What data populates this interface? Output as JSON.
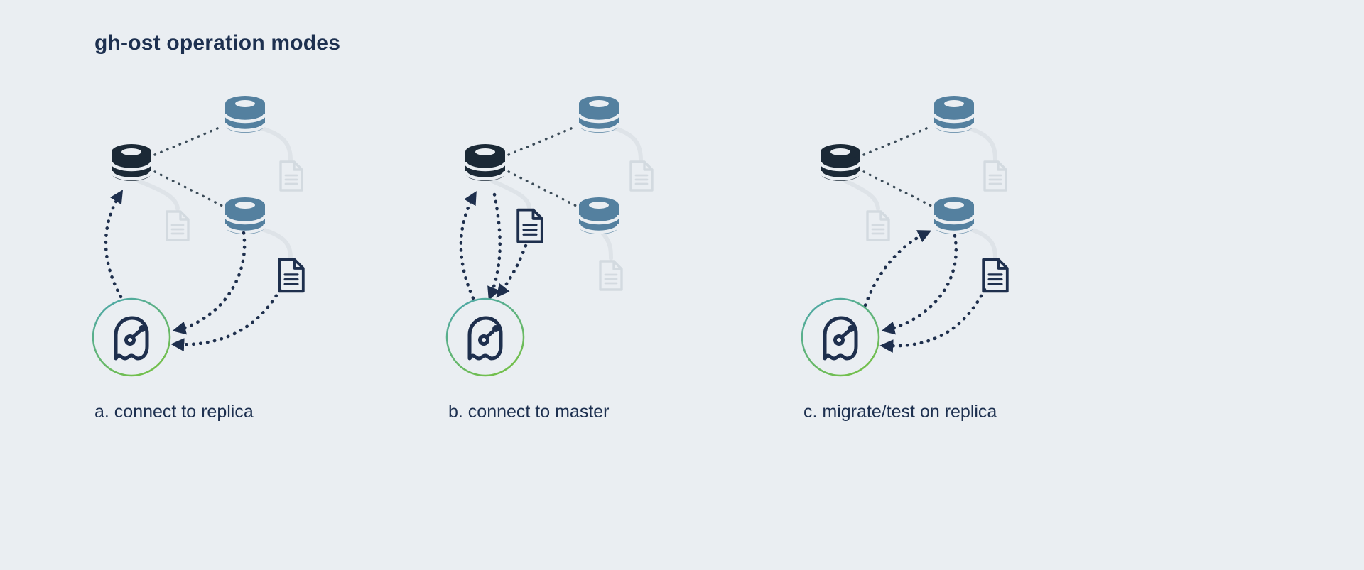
{
  "title": "gh-ost operation modes",
  "panels": [
    {
      "id": "a",
      "label": "a. connect to replica"
    },
    {
      "id": "b",
      "label": "b. connect to master"
    },
    {
      "id": "c",
      "label": "c. migrate/test on replica"
    }
  ],
  "icons": {
    "master": "database-icon-dark",
    "replica": "database-icon-blue",
    "binlog_inactive": "binlog-document-icon-gray",
    "binlog_active": "binlog-document-icon-dark",
    "agent": "ghost-logo-icon"
  },
  "colors": {
    "background": "#eaeef2",
    "master_db": "#1b2936",
    "replica_db": "#54809f",
    "binlog_inactive": "#d3dae0",
    "binlog_active": "#1e2f4d",
    "arrow": "#1e2f4d",
    "replication_dots": "#3c4c59",
    "binlog_stream": "#dee3e8",
    "ghost_ring_top": "#4aa6b0",
    "ghost_ring_bottom": "#72bf4e",
    "text": "#1d3050"
  }
}
